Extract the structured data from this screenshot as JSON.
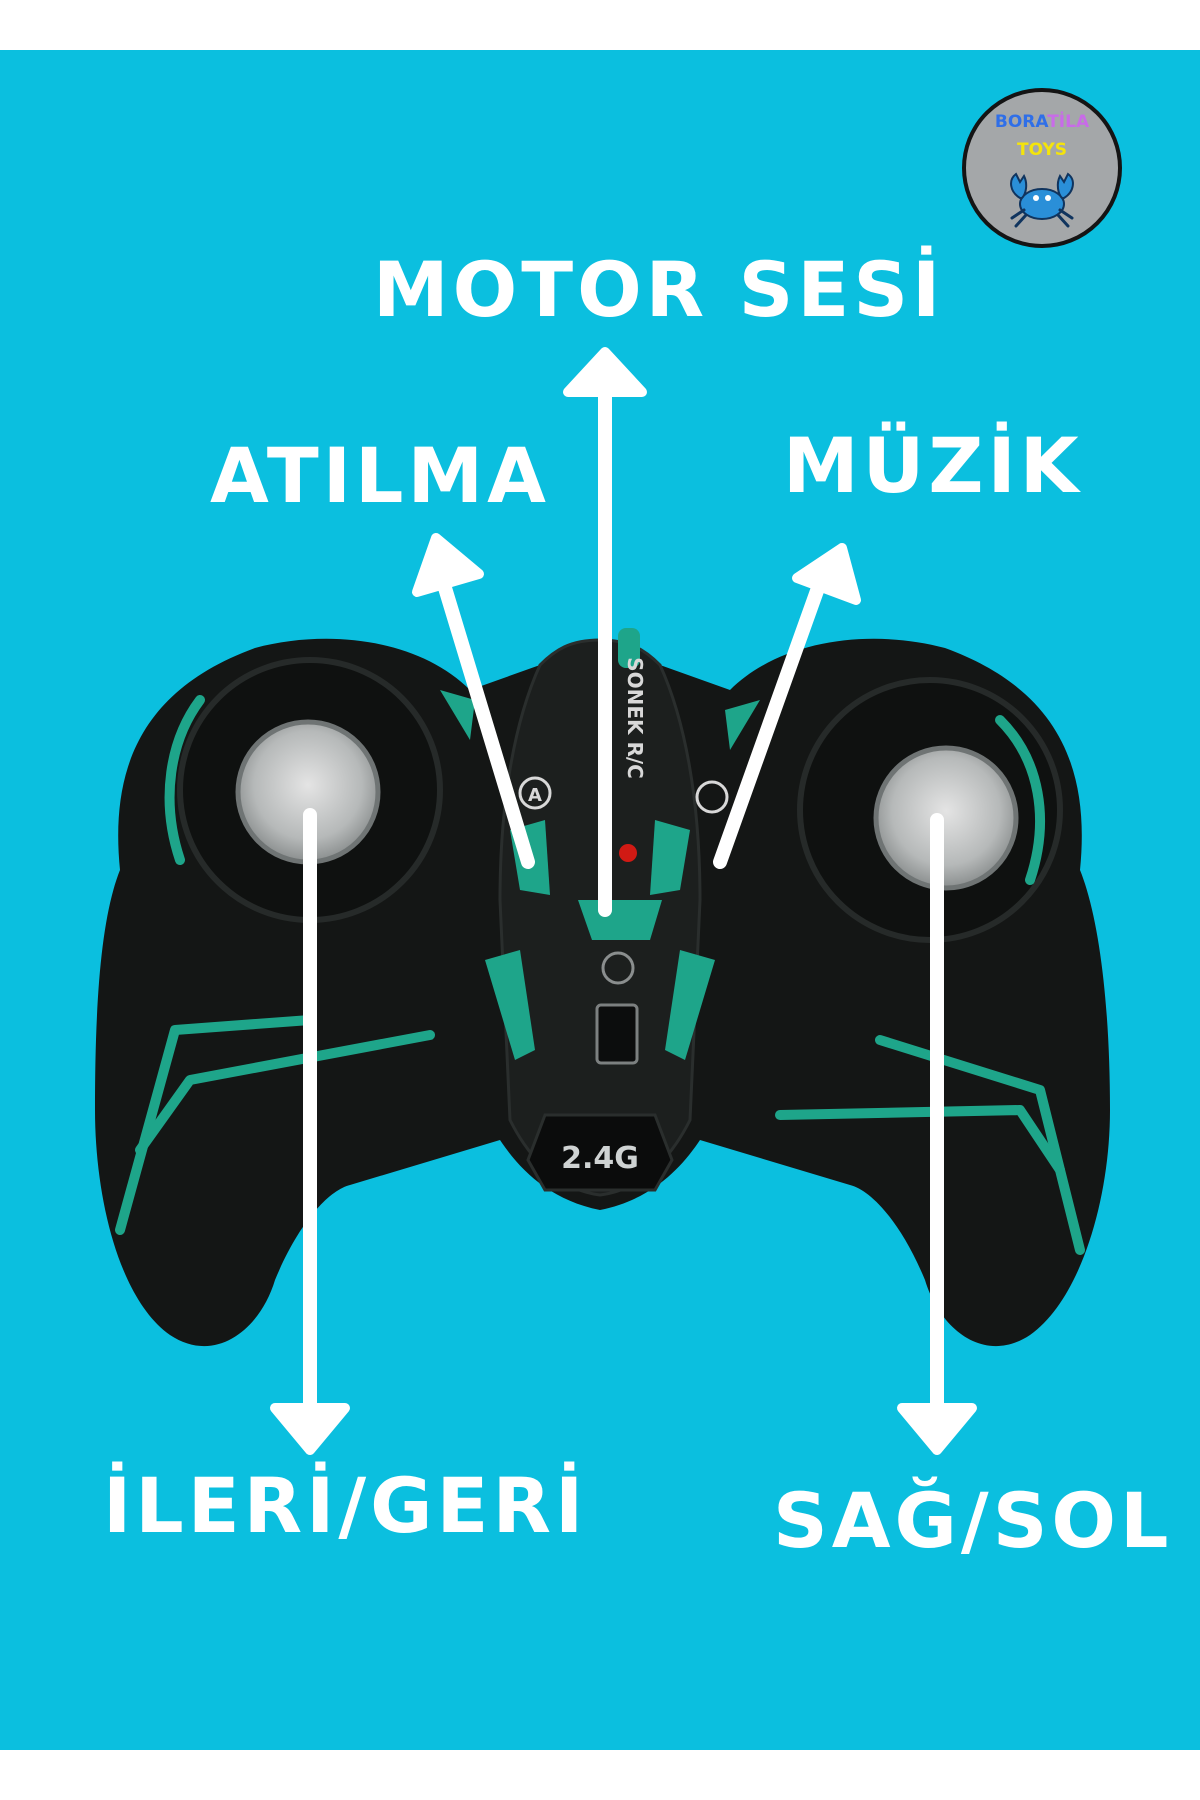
{
  "labels": {
    "motor": "MOTOR SESİ",
    "atilma": "ATILMA",
    "muzik": "MÜZİK",
    "ileri": "İLERİ/GERİ",
    "sag": "SAĞ/SOL"
  },
  "logo": {
    "part1": "BORA",
    "part2": "TİLA",
    "line2": "TOYS"
  },
  "remote": {
    "brand": "SONEK R/C",
    "frequency": "2.4G"
  },
  "colors": {
    "background": "#0bbfdf",
    "body": "#141615",
    "accent": "#1ea58a",
    "arrow": "#ffffff"
  }
}
